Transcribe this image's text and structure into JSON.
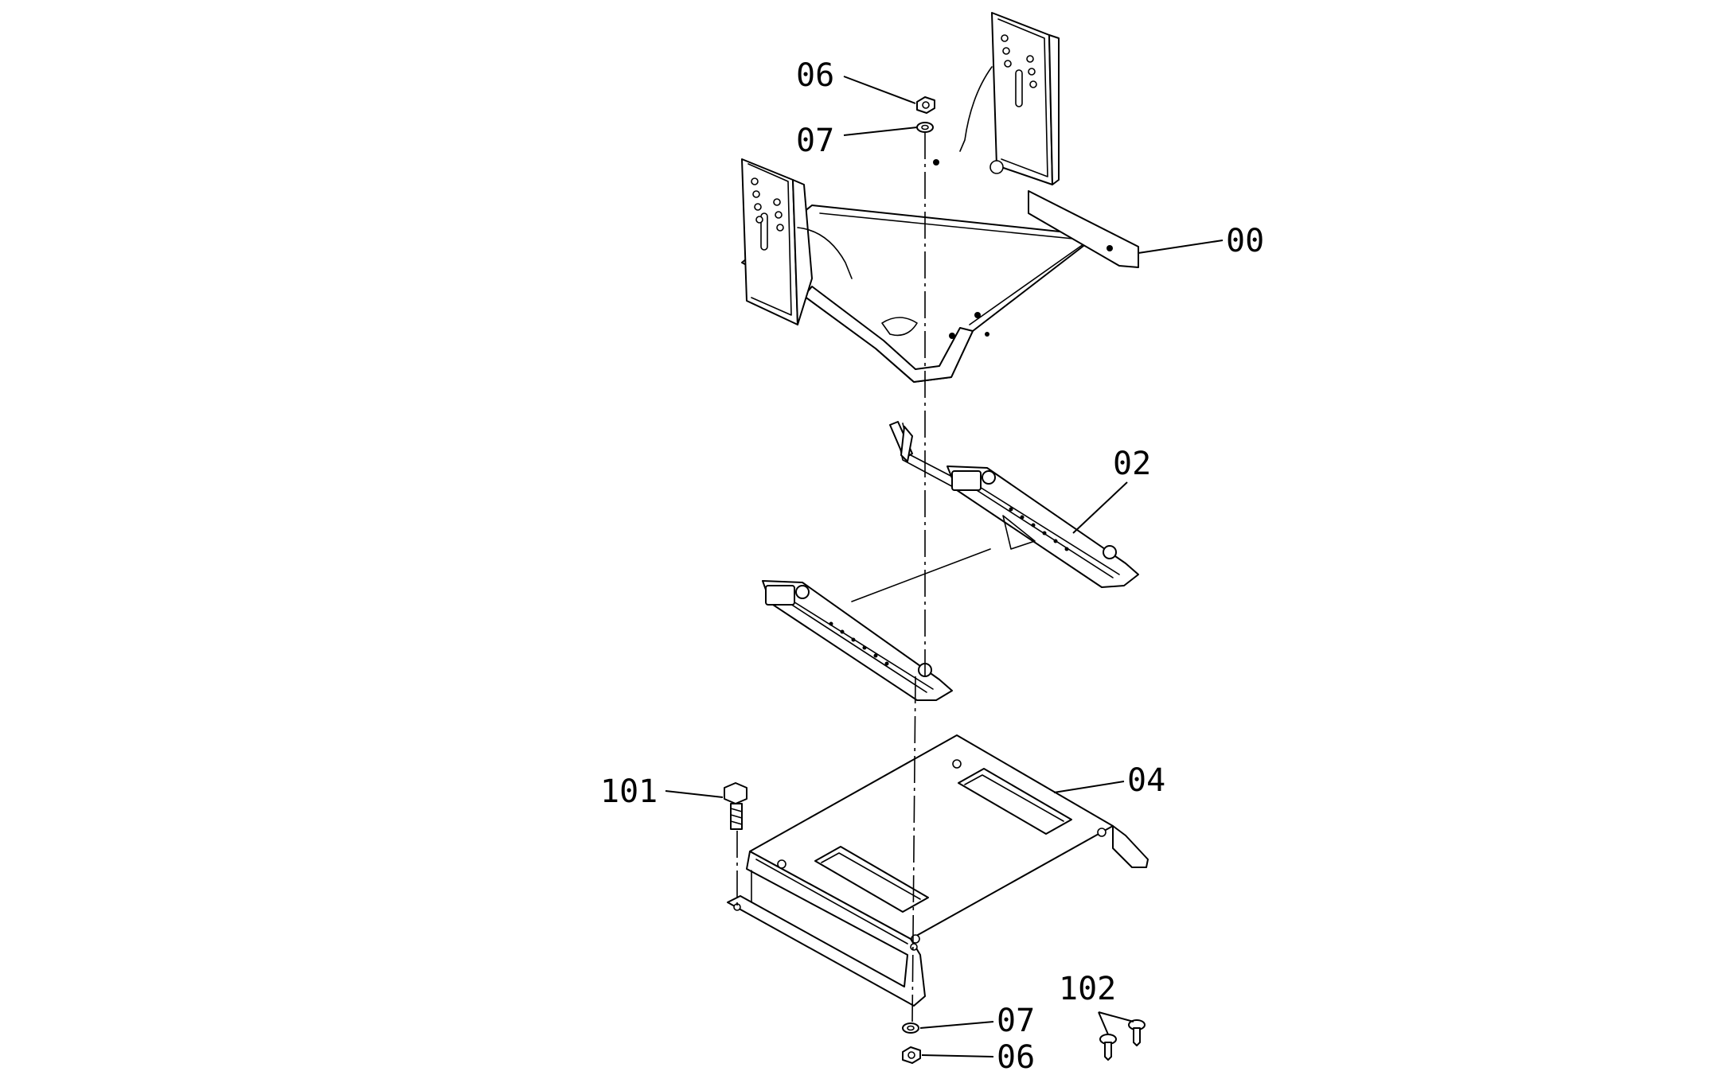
{
  "callouts": {
    "p00": "00",
    "p02": "02",
    "p04": "04",
    "p06_top": "06",
    "p07_top": "07",
    "p07_bottom": "07",
    "p06_bottom": "06",
    "p101": "101",
    "p102": "102"
  }
}
